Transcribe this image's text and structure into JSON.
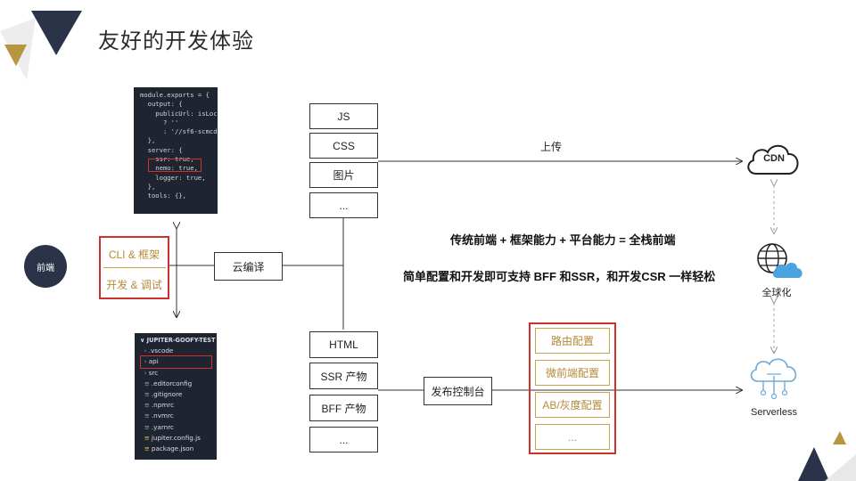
{
  "title": "友好的开发体验",
  "frontend_badge": "前端",
  "code_lines": [
    "module.exports = {",
    "  output: {",
    "    publicUrl: isLoc",
    "      ? ''",
    "      : '//sf6-scmcd",
    "  },",
    "  server: {",
    "    ssr: true,",
    "    nemo: true,",
    "    logger: true,",
    "  },",
    "  tools: {},"
  ],
  "file_tree": {
    "header": "JUPITER-GOOFY-TEST",
    "items": [
      ".vscode",
      "api",
      "src",
      ".editorconfig",
      ".gitignore",
      ".npmrc",
      ".nvmrc",
      ".yarnrc",
      "jupiter.config.js",
      "package.json"
    ]
  },
  "cli_label": "CLI & 框架",
  "dev_label": "开发 & 调试",
  "cloud_compile": "云编译",
  "static_assets": [
    "JS",
    "CSS",
    "图片",
    "..."
  ],
  "build_outputs": [
    "HTML",
    "SSR 产物",
    "BFF 产物",
    "..."
  ],
  "upload_label": "上传",
  "publish_console": "发布控制台",
  "config_items": [
    "路由配置",
    "微前端配置",
    "AB/灰度配置",
    "..."
  ],
  "headline_1": "传统前端 + 框架能力 + 平台能力 = 全栈前端",
  "headline_2": "简单配置和开发即可支持 BFF 和SSR，和开发CSR 一样轻松",
  "cdn_label": "CDN",
  "global_label": "全球化",
  "serverless_label": "Serverless",
  "colors": {
    "navy": "#2a3347",
    "gold": "#b8953f",
    "red": "#d0302a",
    "gold_text": "#b58a3a"
  }
}
